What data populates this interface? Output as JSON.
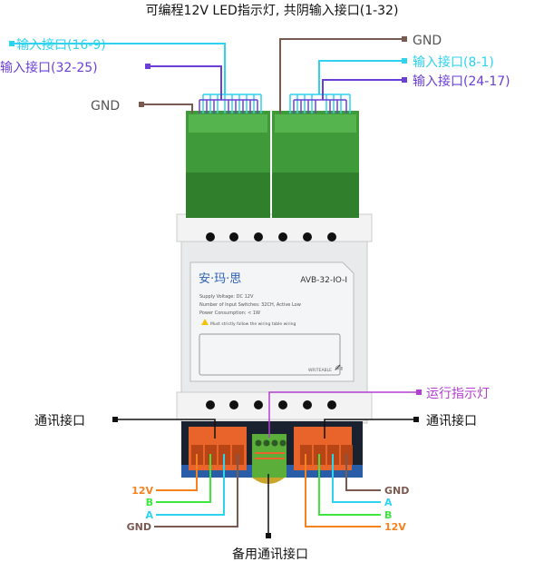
{
  "title": "可编程12V LED指示灯, 共阴输入接口(1-32)",
  "top_left": {
    "input_16_9": "输入接口(16-9)",
    "input_32_25": "输入接口(32-25)",
    "gnd": "GND"
  },
  "top_right": {
    "gnd": "GND",
    "input_8_1": "输入接口(8-1)",
    "input_24_17": "输入接口(24-17)"
  },
  "label_panel": {
    "brand": "安·玛·思",
    "model": "AVB-32-IO-I",
    "spec_1": "Supply Voltage: DC 12V",
    "spec_2": "Number of Input Switches: 32CH, Active Low",
    "spec_3": "Power Consumption: < 1W",
    "warning": "Must strictly follow the wiring table wiring",
    "writable": "WRITEABLE"
  },
  "bottom": {
    "comm_left": "通讯接口",
    "comm_right": "通讯接口",
    "run_led": "运行指示灯",
    "backup_comm": "备用通讯接口",
    "left_wires": [
      "12V",
      "B",
      "A",
      "GND"
    ],
    "right_wires": [
      "GND",
      "A",
      "B",
      "12V"
    ]
  },
  "colors": {
    "cyan": "#2ed3f0",
    "purple": "#6b3fd6",
    "brown": "#7a5a50",
    "orange": "#f5821f",
    "green": "#3ee63e",
    "magenta": "#b33fd0",
    "terminal_green": "#3f9a3a",
    "terminal_orange": "#e8642a"
  }
}
